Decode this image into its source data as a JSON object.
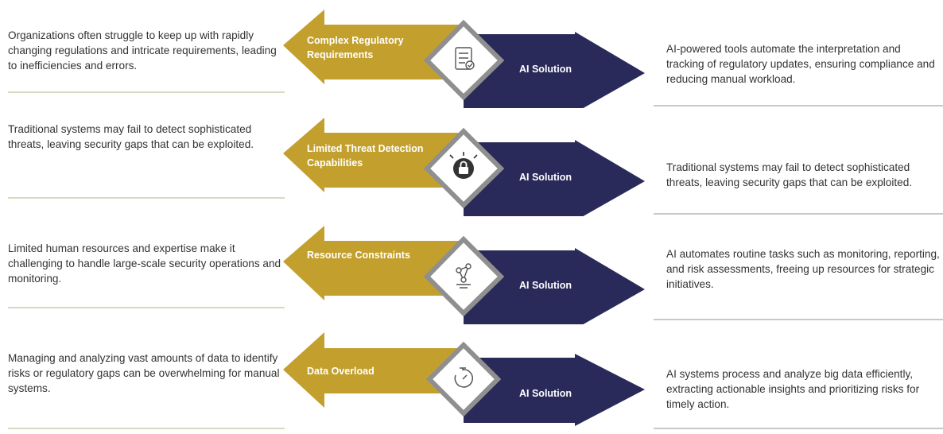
{
  "colors": {
    "gold": "#c3a02d",
    "navy": "#2a2a5a",
    "diamond_border": "#8f8f8f"
  },
  "rows": [
    {
      "challenge": "Complex Regulatory Requirements",
      "challenge_text": "Organizations often struggle to keep up with rapidly changing regulations and intricate requirements, leading to inefficiencies and errors.",
      "icon": "document-checklist-icon",
      "solution_label": "AI Solution",
      "solution_text": "AI-powered tools automate the interpretation and tracking of regulatory updates, ensuring compliance and reducing manual workload."
    },
    {
      "challenge": "Limited Threat Detection Capabilities",
      "challenge_text": "Traditional systems may fail to detect sophisticated threats, leaving security gaps that can be exploited.",
      "icon": "shield-lock-icon",
      "solution_label": "AI Solution",
      "solution_text": "Traditional systems may fail to detect sophisticated threats, leaving security gaps that can be exploited."
    },
    {
      "challenge": "Resource Constraints",
      "challenge_text": "Limited human resources and expertise make it challenging to handle large-scale security operations and monitoring.",
      "icon": "network-nodes-icon",
      "solution_label": "AI Solution",
      "solution_text": "AI automates routine tasks such as monitoring, reporting, and risk assessments, freeing up resources for strategic initiatives."
    },
    {
      "challenge": "Data Overload",
      "challenge_text": "Managing and analyzing vast amounts of data to identify risks or regulatory gaps can be overwhelming for manual systems.",
      "icon": "stopwatch-icon",
      "solution_label": "AI Solution",
      "solution_text": "AI systems process and analyze big data efficiently, extracting actionable insights and prioritizing risks for timely action."
    }
  ]
}
